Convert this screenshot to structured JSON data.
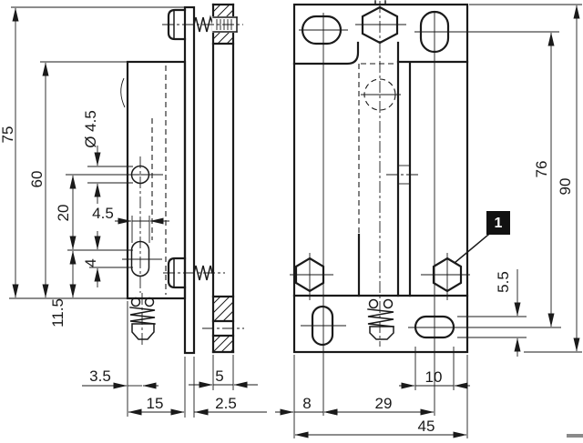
{
  "drawing": {
    "type": "technical-drawing-two-views",
    "line_color": "#1a1a1a",
    "background": "#ffffff",
    "callout_1": "1",
    "left_view": {
      "d75": "75",
      "d60": "60",
      "d20": "20",
      "d11_5": "11.5",
      "dia4_5": "Ø 4.5",
      "d4_5": "4.5",
      "d4": "4",
      "d3_5": "3.5",
      "d15": "15",
      "d5": "5",
      "d2_5": "2.5"
    },
    "right_view": {
      "d8": "8",
      "d29": "29",
      "d45": "45",
      "d10": "10",
      "d5_5": "5.5",
      "d76": "76",
      "d90": "90"
    }
  }
}
